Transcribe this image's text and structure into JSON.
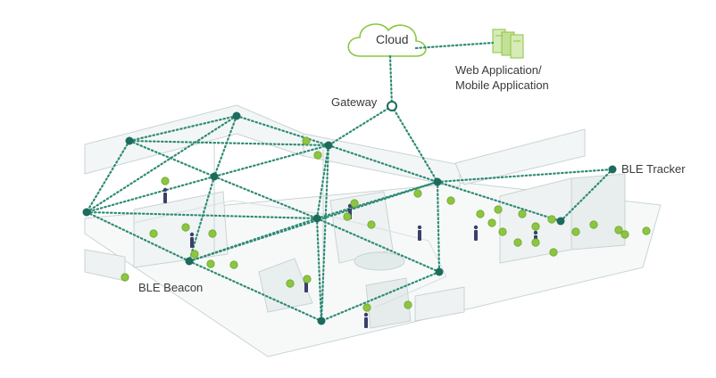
{
  "labels": {
    "cloud": "Cloud",
    "web_app_line1": "Web Application/",
    "web_app_line2": "Mobile Application",
    "gateway": "Gateway",
    "ble_tracker": "BLE Tracker",
    "ble_beacon": "BLE Beacon"
  },
  "colors": {
    "network_node": "#1d6b5c",
    "network_link": "#2e8b74",
    "beacon": "#8cc63f",
    "beacon_stroke": "#6fa82e",
    "cloud_outline": "#8cc63f",
    "building_line": "#c9d3d4",
    "building_fill": "#f3f6f6",
    "worker": "#3a3f6b"
  },
  "icons": {
    "cloud": "cloud-icon",
    "servers": "server-stack-icon",
    "gateway": "gateway-ring-icon"
  }
}
